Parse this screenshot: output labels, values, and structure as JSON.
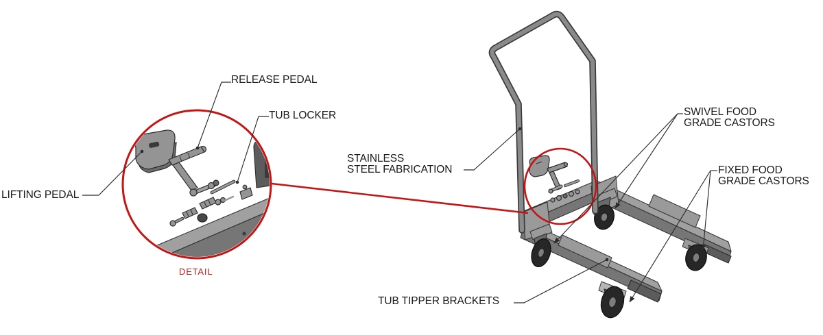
{
  "diagram": {
    "background": "#ffffff",
    "colors": {
      "highlight_red": "#c41414",
      "detail_red": "#c32020",
      "label_ink": "#191919",
      "leader_ink": "#2b2b2b",
      "metal_light": "#a0a0a0",
      "metal_mid": "#767676",
      "metal_dark": "#5c5c5c",
      "outline": "#333333",
      "wheel": "#272727"
    },
    "labels": {
      "release_pedal": "RELEASE PEDAL",
      "tub_locker": "TUB LOCKER",
      "lifting_pedal": "LIFTING PEDAL",
      "stainless_line1": "STAINLESS",
      "stainless_line2": "STEEL FABRICATION",
      "swivel_line1": "SWIVEL FOOD",
      "swivel_line2": "GRADE CASTORS",
      "fixed_line1": "FIXED FOOD",
      "fixed_line2": "GRADE CASTORS",
      "tub_tipper_brackets": "TUB TIPPER BRACKETS",
      "detail_caption": "DETAIL"
    }
  }
}
